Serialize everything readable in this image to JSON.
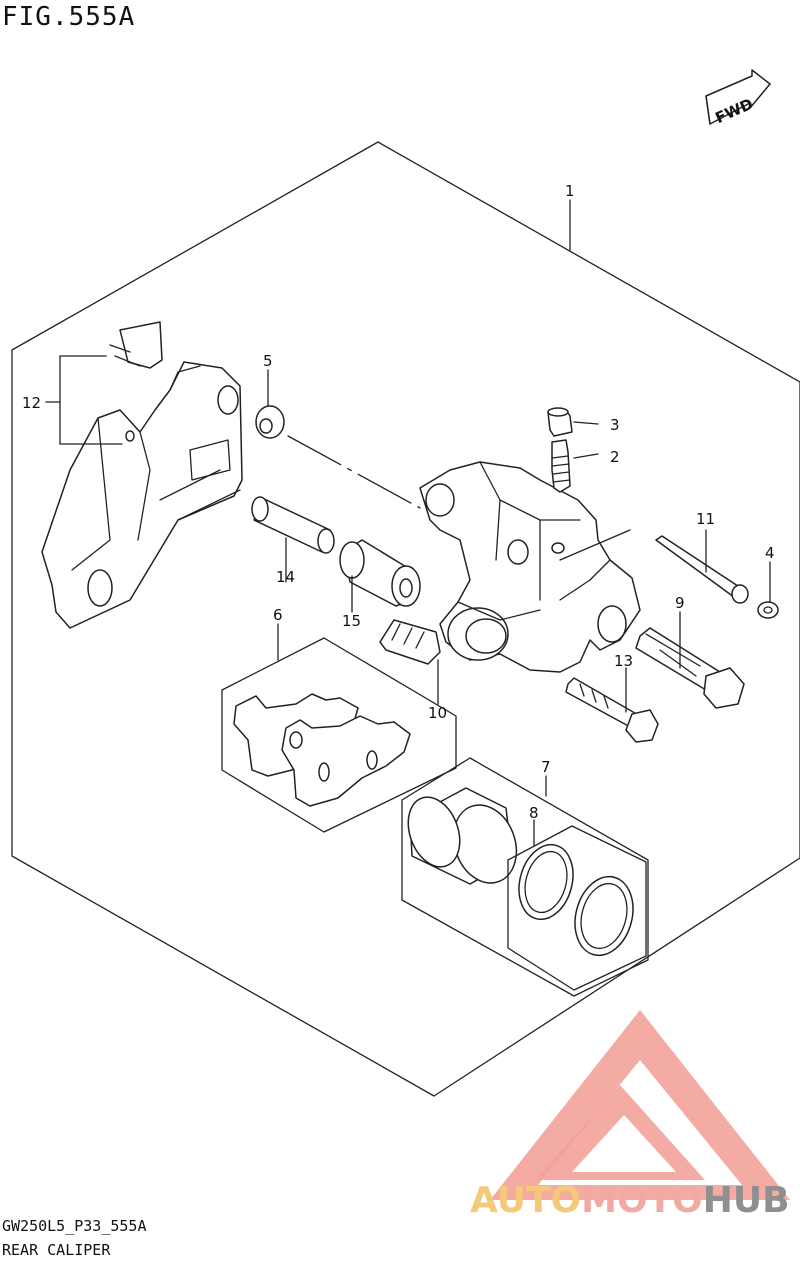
{
  "figure": {
    "title": "FIG.555A",
    "code": "GW250L5_P33_555A",
    "name": "REAR CALIPER",
    "direction_badge": "FWD"
  },
  "callouts": [
    "1",
    "2",
    "3",
    "4",
    "5",
    "6",
    "7",
    "8",
    "9",
    "10",
    "11",
    "12",
    "13",
    "14",
    "15"
  ],
  "watermark": {
    "part1": "AUTO",
    "part2": "MOTO",
    "part3": "HUB",
    "colors": {
      "auto": "#f5c97a",
      "moto": "#f3a9a3",
      "hub": "#8f8f8f",
      "logo": "#f3a29a"
    }
  }
}
